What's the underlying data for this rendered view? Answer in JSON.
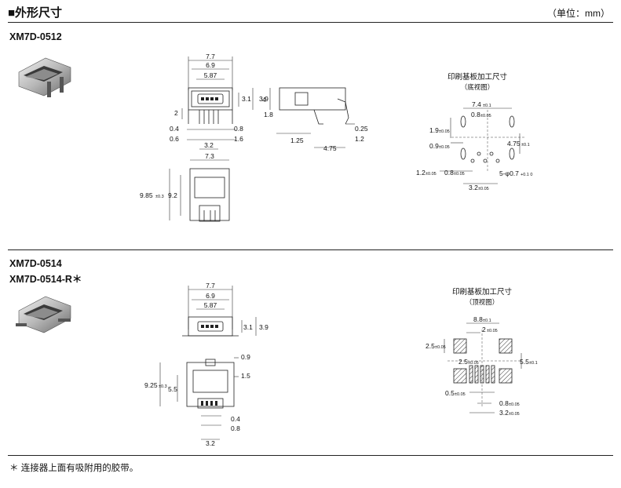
{
  "header": {
    "title": "■外形尺寸",
    "unit_note": "（单位：mm）"
  },
  "section1": {
    "part_numbers": [
      "XM7D-0512"
    ],
    "front": {
      "w_outer": "7.7",
      "w_mid": "6.9",
      "w_inner": "5.87",
      "h1": "3.1",
      "h2": "3.9",
      "pitch_left": "2",
      "pin_04": "0.4",
      "pin_06": "0.6",
      "pin_08": "0.8",
      "pin_16": "1.6",
      "pin_32": "3.2"
    },
    "top": {
      "w": "7.3",
      "h_outer": "9.85",
      "h_outer_tol": "±0.3",
      "h_inner": "9.2"
    },
    "side": {
      "h4": "4",
      "h18": "1.8",
      "d025": "0.25",
      "d125": "1.25",
      "d12": "1.2",
      "d475": "4.75"
    },
    "pcb": {
      "title": "印刷基板加工尺寸",
      "subtitle": "（底视图）",
      "dims": [
        "7.4",
        "0.8",
        "1.9",
        "0.9",
        "1.2",
        "0.8",
        "3.2",
        "4.75",
        "5-φ0.7"
      ],
      "tols": [
        "±0.1",
        "±0.05",
        "±0.05",
        "±0.05",
        "±0.05",
        "±0.05",
        "±0.05",
        "±0.1",
        "+0.1 0"
      ]
    }
  },
  "section2": {
    "part_numbers": [
      "XM7D-0514",
      "XM7D-0514-R＊"
    ],
    "front": {
      "w_outer": "7.7",
      "w_mid": "6.9",
      "w_inner": "5.87",
      "h1": "3.1",
      "h2": "3.9"
    },
    "top": {
      "h_outer": "9.25",
      "h_outer_tol": "±0.3",
      "h_inner": "5.5",
      "d09": "0.9",
      "d15": "1.5",
      "d04": "0.4",
      "d08": "0.8",
      "d32": "3.2"
    },
    "pcb": {
      "title": "印刷基板加工尺寸",
      "subtitle": "（顶视图）",
      "dims": [
        "8.8",
        "2",
        "2.5",
        "2.5",
        "5.5",
        "0.5",
        "0.8",
        "3.2"
      ],
      "tols": [
        "±0.1",
        "±0.05",
        "±0.05",
        "±0.05",
        "±0.1",
        "±0.05",
        "±0.05",
        "±0.05"
      ]
    }
  },
  "footnote": "＊ 连接器上面有吸附用的胶带。"
}
